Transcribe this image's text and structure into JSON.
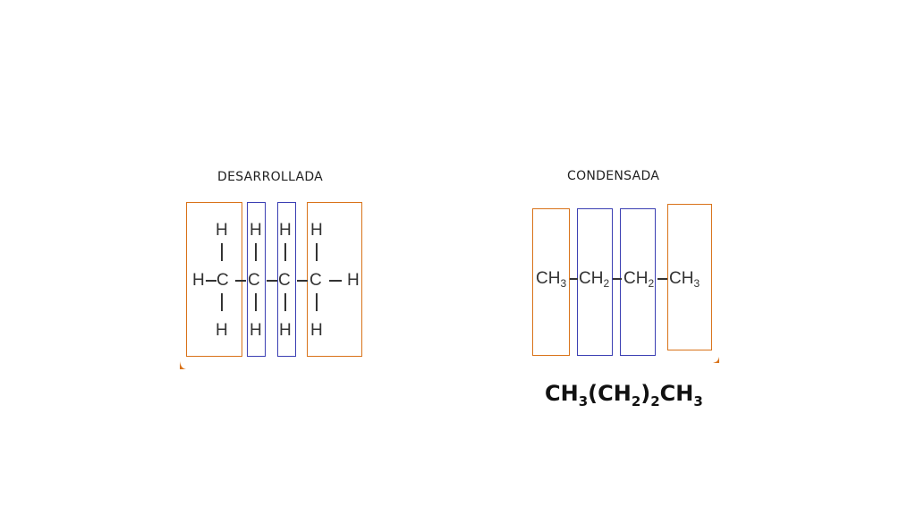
{
  "headings": {
    "left": "DESARROLLADA",
    "right": "CONDENSADA"
  },
  "colors": {
    "terminal_box": "#d9731a",
    "middle_box": "#3b3fb3",
    "bond": "#333333"
  },
  "developed": {
    "atoms": {
      "h_top_1": "H",
      "h_top_2": "H",
      "h_top_3": "H",
      "h_top_4": "H",
      "h_left": "H",
      "c1": "C",
      "c2": "C",
      "c3": "C",
      "c4": "C",
      "h_right": "H",
      "h_bot_1": "H",
      "h_bot_2": "H",
      "h_bot_3": "H",
      "h_bot_4": "H"
    }
  },
  "condensed": {
    "units": [
      {
        "base": "CH",
        "sub": "3"
      },
      {
        "base": "CH",
        "sub": "2"
      },
      {
        "base": "CH",
        "sub": "2"
      },
      {
        "base": "CH",
        "sub": "3"
      }
    ]
  },
  "formula": {
    "p1": "CH",
    "s1": "3",
    "p2": "(CH",
    "s2": "2",
    "p3": ")",
    "s3": "2",
    "p4": "CH",
    "s4": "3"
  }
}
